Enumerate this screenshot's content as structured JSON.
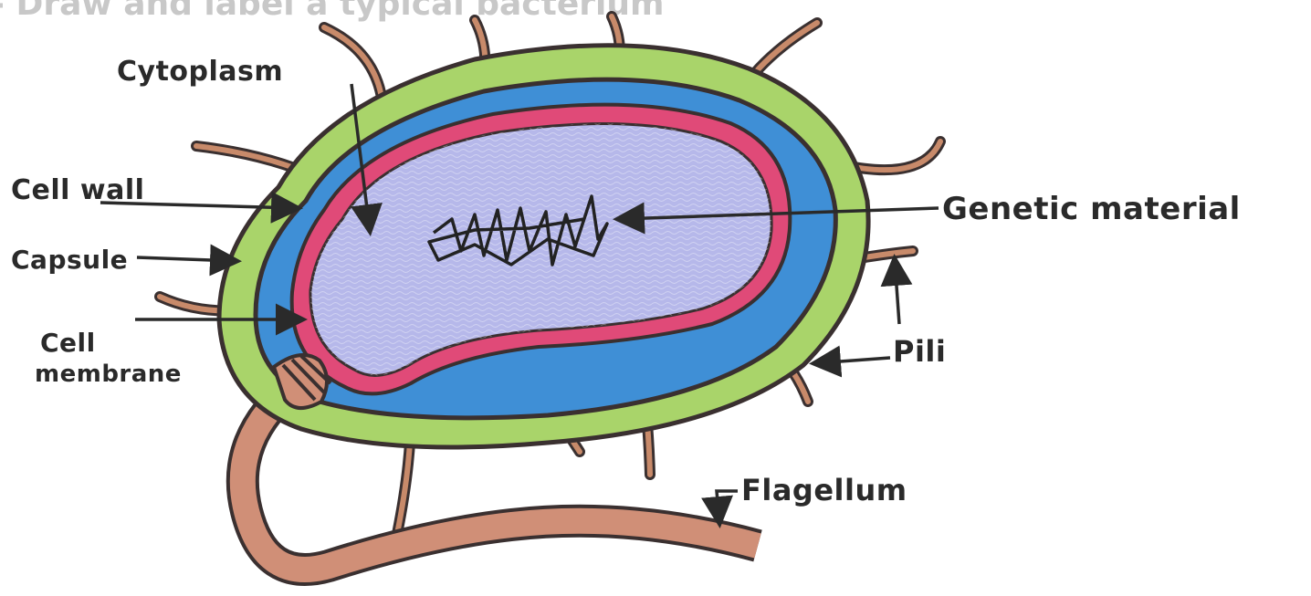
{
  "header_fragment": "- Draw and label a typical bacterium",
  "labels": {
    "cytoplasm": "Cytoplasm",
    "cell_wall": "Cell wall",
    "capsule": "Capsule",
    "cell_membrane_line1": "Cell",
    "cell_membrane_line2": "membrane",
    "genetic_material": "Genetic material",
    "pili": "Pili",
    "flagellum": "Flagellum"
  },
  "colors": {
    "capsule": "#a9d46a",
    "cell_wall": "#3f8fd6",
    "cell_membrane": "#e04a78",
    "cytoplasm": "#b6b8ea",
    "pili_fill": "#c88a6a",
    "flagellum": "#d08f77",
    "outline": "#3a3030"
  }
}
